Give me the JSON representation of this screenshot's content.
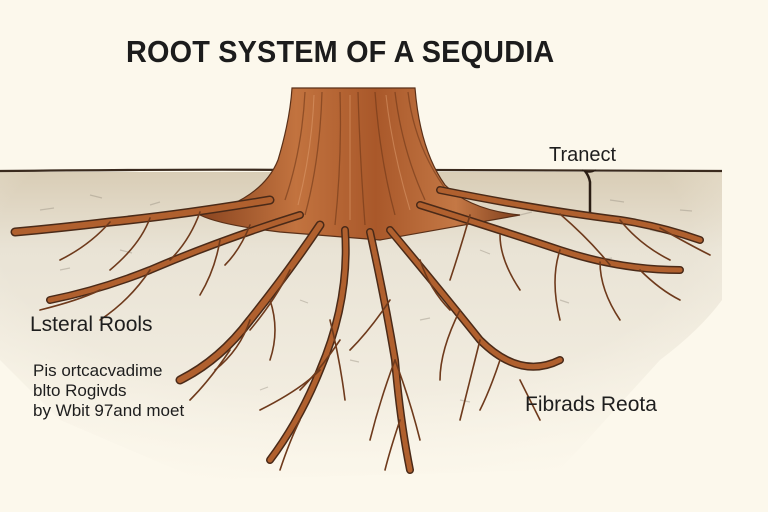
{
  "title": "ROOT SYSTEM OF A SEQUDIA",
  "labels": {
    "transect": "Tranect",
    "lateral_roots": "Lsteral Rools",
    "fibrous_roots": "Fibrads Reota"
  },
  "note": {
    "lines": [
      "Pis ortcacvadime",
      "blto Rogivds",
      "by Wbit 97and moet"
    ]
  },
  "colors": {
    "background": "#fcf8ec",
    "soil": "#eae4d6",
    "ground_line": "#3a2a1e",
    "trunk": "#b0602e",
    "root": "#a4552a",
    "root_outline": "#4a2a18",
    "text": "#1c1c1c"
  }
}
